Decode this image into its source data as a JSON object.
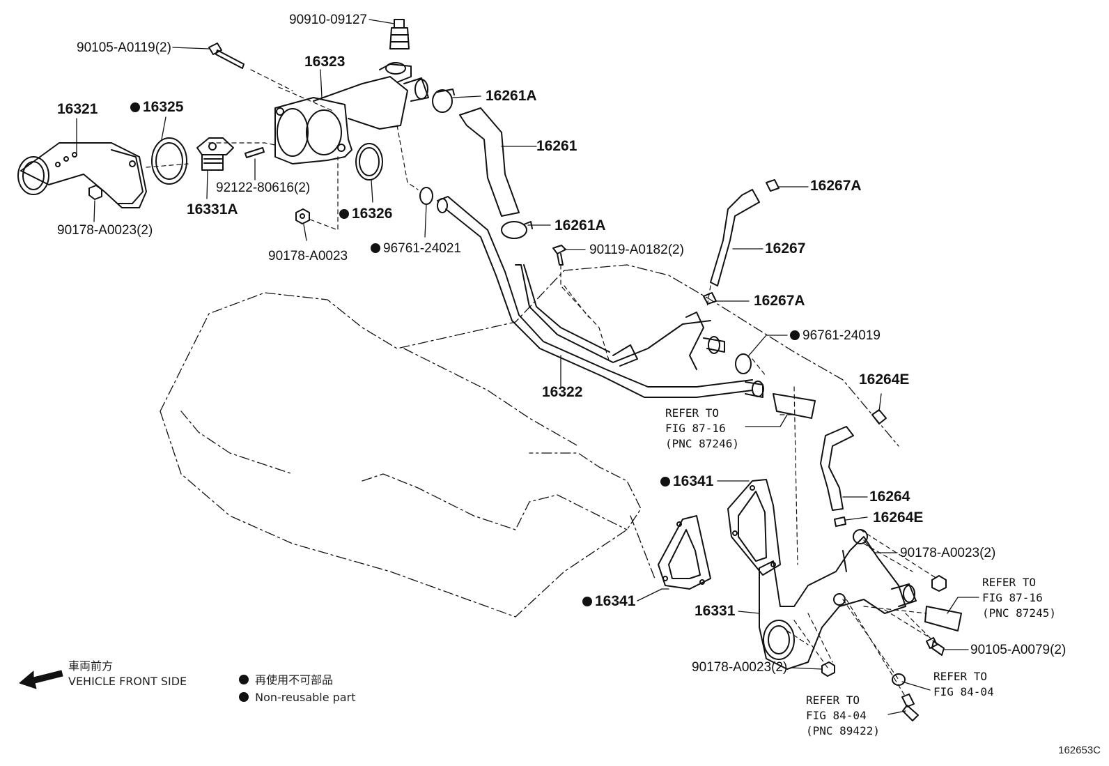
{
  "parts": {
    "p90910": "90910-09127",
    "p90105a": "90105-A0119(2)",
    "p16323": "16323",
    "p16321": "16321",
    "p16325": "16325",
    "p16261A_top": "16261A",
    "p16261": "16261",
    "p92122": "92122-80616(2)",
    "p16331A": "16331A",
    "p16326": "16326",
    "p90178a": "90178-A0023(2)",
    "p90178b": "90178-A0023",
    "p96761a": "96761-24021",
    "p16261A_mid": "16261A",
    "p90119": "90119-A0182(2)",
    "p16267A_top": "16267A",
    "p16267": "16267",
    "p16267A_bot": "16267A",
    "p96761b": "96761-24019",
    "p16322": "16322",
    "p16264E_top": "16264E",
    "p16264": "16264",
    "p16264E_bot": "16264E",
    "p16341_top": "16341",
    "p16341_bot": "16341",
    "p16331": "16331",
    "p90178c": "90178-A0023(2)",
    "p90178d": "90178-A0023(2)",
    "p90105b": "90105-A0079(2)"
  },
  "refs": {
    "r1": "REFER TO\nFIG 87-16\n(PNC 87246)",
    "r2": "REFER TO\nFIG 87-16\n(PNC 87245)",
    "r3": "REFER TO\nFIG 84-04",
    "r4": "REFER TO\nFIG 84-04\n(PNC 89422)"
  },
  "legend": {
    "front_jp": "車両前方",
    "front_en": "VEHICLE FRONT SIDE",
    "nonreuse_jp": "再使用不可部品",
    "nonreuse_en": "Non-reusable part"
  },
  "illustration_id": "162653C",
  "colors": {
    "ink": "#111111",
    "background": "#ffffff"
  }
}
